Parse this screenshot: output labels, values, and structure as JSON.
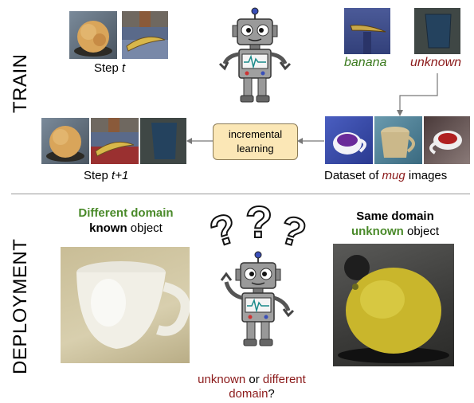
{
  "sections": {
    "train": "TRAIN",
    "deployment": "DEPLOYMENT"
  },
  "train": {
    "step_t_prefix": "Step ",
    "step_t_var": "t",
    "step_t1_prefix": "Step ",
    "step_t1_var": "t+1",
    "label_banana": "banana",
    "label_unknown": "unknown",
    "box_line1": "incremental",
    "box_line2": "learning",
    "dataset_prefix": "Dataset of ",
    "dataset_mug": "mug",
    "dataset_suffix": " images"
  },
  "deployment": {
    "left_line1": "Different domain",
    "left_known": "known",
    "left_object": " object",
    "right_line1": "Same domain",
    "right_unknown": "unknown",
    "right_object": " object",
    "question_unknown": "unknown",
    "question_or": " or ",
    "question_different": "different",
    "question_domain": "domain",
    "question_mark": "?"
  },
  "colors": {
    "green": "#3b7a1e",
    "red": "#8b1a1a",
    "box_fill": "#fbe7b6"
  }
}
